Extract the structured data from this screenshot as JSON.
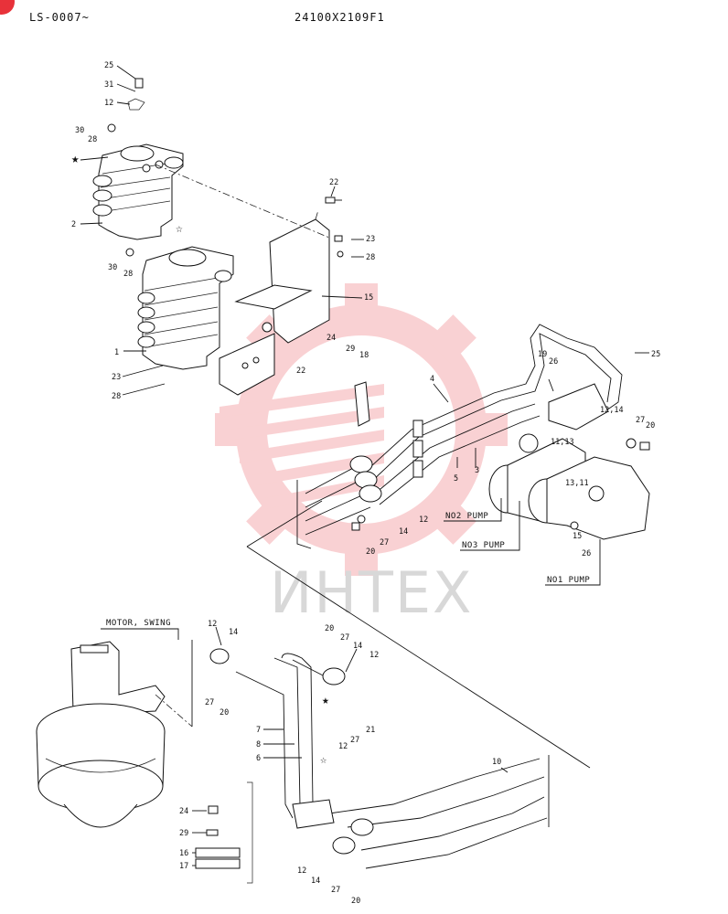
{
  "header": {
    "left": "LS-0007~",
    "center": "24100X2109F1"
  },
  "watermark": {
    "text": "ИНТЕХ",
    "color": "#e8323a"
  },
  "labels": {
    "pump_no2": "NO2 PUMP",
    "pump_no3": "NO3 PUMP",
    "pump_no1": "NO1 PUMP",
    "motor_swing": "MOTOR, SWING"
  },
  "callouts": [
    {
      "id": "c1",
      "text": "25"
    },
    {
      "id": "c2",
      "text": "31"
    },
    {
      "id": "c3",
      "text": "12"
    },
    {
      "id": "c4",
      "text": "30"
    },
    {
      "id": "c5",
      "text": "28"
    },
    {
      "id": "c6",
      "text": "2"
    },
    {
      "id": "c7",
      "text": "30"
    },
    {
      "id": "c8",
      "text": "28"
    },
    {
      "id": "c9",
      "text": "1"
    },
    {
      "id": "c10",
      "text": "23"
    },
    {
      "id": "c11",
      "text": "28"
    },
    {
      "id": "c12",
      "text": "22"
    },
    {
      "id": "c13",
      "text": "23"
    },
    {
      "id": "c14",
      "text": "28"
    },
    {
      "id": "c15",
      "text": "15"
    },
    {
      "id": "c16",
      "text": "22"
    },
    {
      "id": "c17",
      "text": "24"
    },
    {
      "id": "c18",
      "text": "29"
    },
    {
      "id": "c19",
      "text": "18"
    },
    {
      "id": "c20",
      "text": "4"
    },
    {
      "id": "c21",
      "text": "3"
    },
    {
      "id": "c22",
      "text": "5"
    },
    {
      "id": "c23",
      "text": "12"
    },
    {
      "id": "c24",
      "text": "14"
    },
    {
      "id": "c25",
      "text": "27"
    },
    {
      "id": "c26",
      "text": "20"
    },
    {
      "id": "c27",
      "text": "19"
    },
    {
      "id": "c28",
      "text": "26"
    },
    {
      "id": "c29",
      "text": "25"
    },
    {
      "id": "c30",
      "text": "12,14"
    },
    {
      "id": "c31",
      "text": "11,13"
    },
    {
      "id": "c32",
      "text": "27"
    },
    {
      "id": "c33",
      "text": "20"
    },
    {
      "id": "c34",
      "text": "13,11"
    },
    {
      "id": "c35",
      "text": "15"
    },
    {
      "id": "c36",
      "text": "26"
    },
    {
      "id": "c37",
      "text": "12"
    },
    {
      "id": "c38",
      "text": "14"
    },
    {
      "id": "c39",
      "text": "27"
    },
    {
      "id": "c40",
      "text": "20"
    },
    {
      "id": "c41",
      "text": "20"
    },
    {
      "id": "c42",
      "text": "27"
    },
    {
      "id": "c43",
      "text": "14"
    },
    {
      "id": "c44",
      "text": "12"
    },
    {
      "id": "c45",
      "text": "21"
    },
    {
      "id": "c46",
      "text": "27"
    },
    {
      "id": "c47",
      "text": "12"
    },
    {
      "id": "c48",
      "text": "7"
    },
    {
      "id": "c49",
      "text": "8"
    },
    {
      "id": "c50",
      "text": "6"
    },
    {
      "id": "c51",
      "text": "10"
    },
    {
      "id": "c52",
      "text": "24"
    },
    {
      "id": "c53",
      "text": "29"
    },
    {
      "id": "c54",
      "text": "16"
    },
    {
      "id": "c55",
      "text": "17"
    },
    {
      "id": "c56",
      "text": "12"
    },
    {
      "id": "c57",
      "text": "14"
    },
    {
      "id": "c58",
      "text": "27"
    },
    {
      "id": "c59",
      "text": "20"
    }
  ]
}
